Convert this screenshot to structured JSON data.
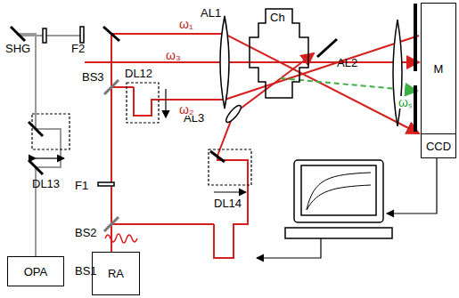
{
  "diagram": {
    "nodes": [
      {
        "text": [
          "OPA"
        ]
      },
      {
        "text": [
          "RA"
        ]
      },
      {
        "text": [
          "Ch"
        ]
      },
      {
        "text": [
          "M"
        ]
      },
      {
        "text": [
          "CCD"
        ]
      }
    ],
    "labels": [
      "SHG",
      "F2",
      "BS3",
      "DL13",
      "DL12",
      "F1",
      "BS2",
      "BS1",
      "DL14",
      "AL1",
      "AL2",
      "AL3",
      "ω₁",
      "ω₃",
      "ω₂",
      "ωₛ"
    ]
  }
}
